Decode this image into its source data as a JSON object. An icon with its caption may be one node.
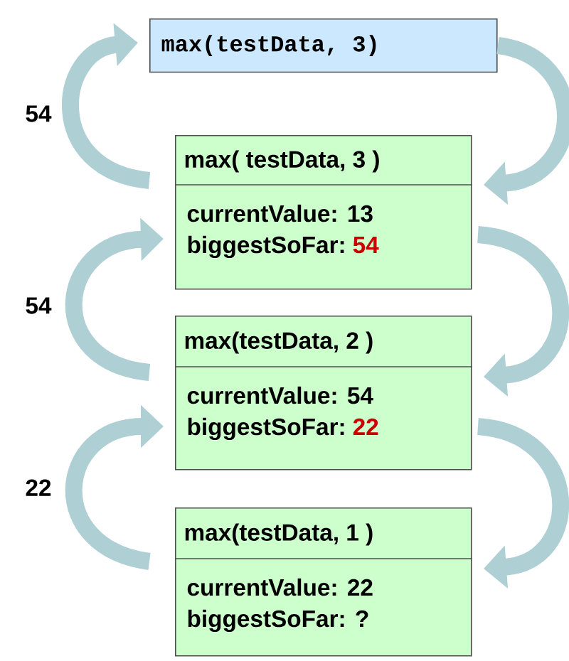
{
  "diagram": {
    "nodes": [
      {
        "text": [
          "max(testData, 3)"
        ]
      },
      {
        "text": [
          "max( testData, 3 )",
          "currentValue: 13",
          "biggestSoFar:",
          "54"
        ]
      },
      {
        "text": [
          "max(testData, 2 )",
          "currentValue: 54",
          "biggestSoFar:",
          "22"
        ]
      },
      {
        "text": [
          "max(testData, 1 )",
          "currentValue: 22",
          "biggestSoFar: ?"
        ]
      }
    ],
    "edges": [
      {
        "from": 0,
        "to": 1,
        "arrow": "to"
      },
      {
        "from": 1,
        "to": 2,
        "arrow": "to"
      },
      {
        "from": 2,
        "to": 3,
        "arrow": "to"
      },
      {
        "from": 3,
        "to": 2,
        "arrow": "to",
        "label": "22"
      },
      {
        "from": 2,
        "to": 1,
        "arrow": "to",
        "label": "54"
      },
      {
        "from": 1,
        "to": 0,
        "arrow": "to",
        "label": "54"
      }
    ]
  }
}
